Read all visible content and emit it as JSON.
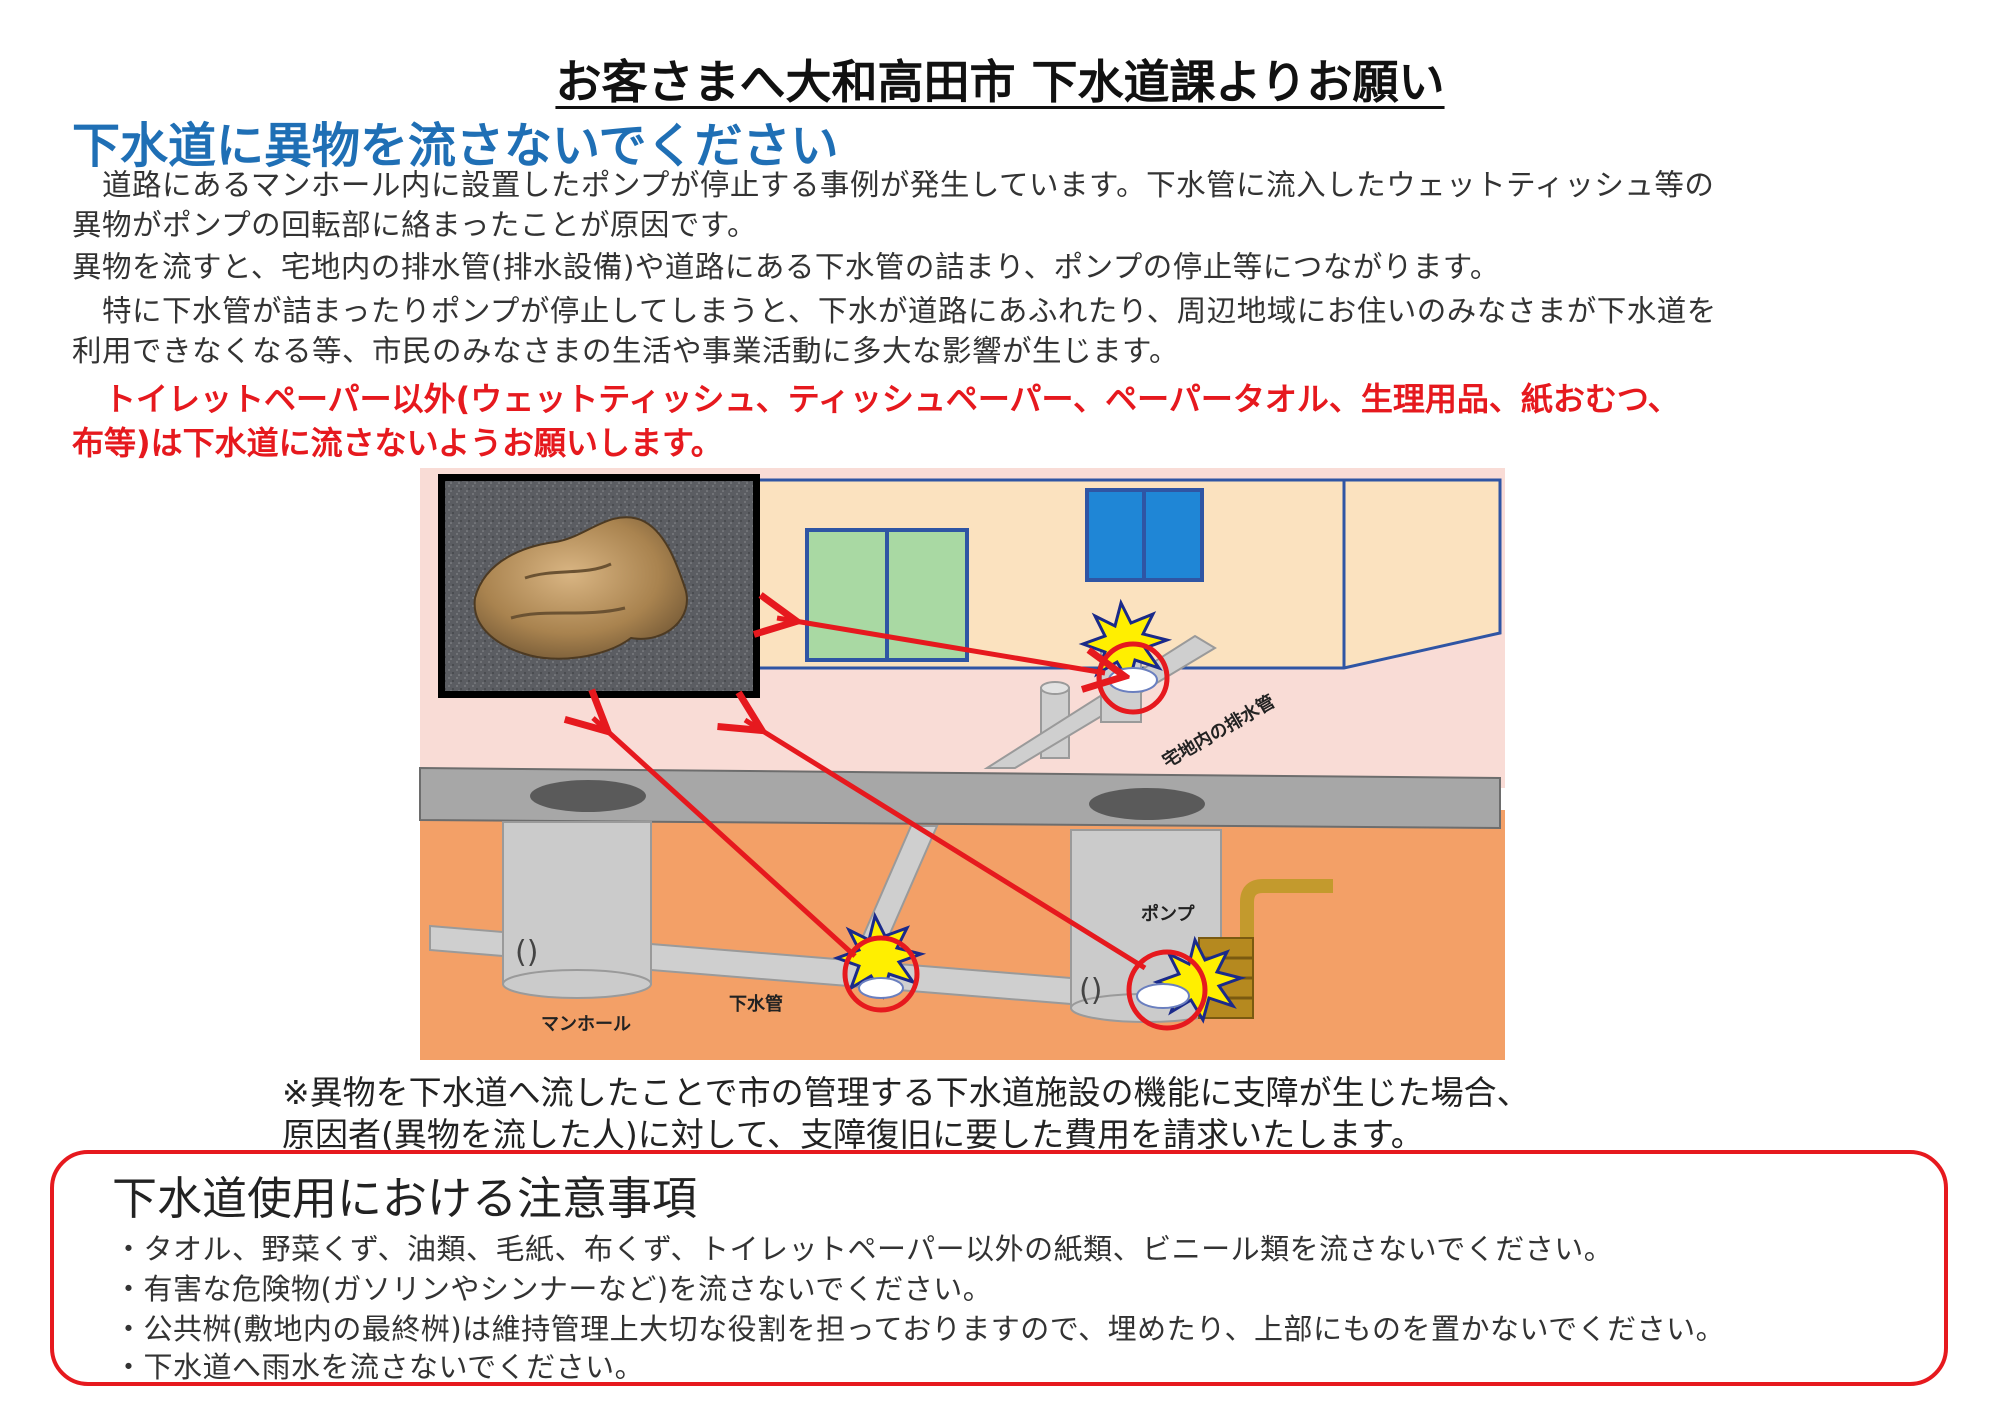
{
  "header": {
    "title": "お客さまへ大和高田市 下水道課よりお願い",
    "subtitle": "下水道に異物を流さないでください"
  },
  "body": {
    "lines": [
      "　道路にあるマンホール内に設置したポンプが停止する事例が発生しています。下水管に流入したウェットティッシュ等の",
      "異物がポンプの回転部に絡まったことが原因です。",
      "異物を流すと、宅地内の排水管(排水設備)や道路にある下水管の詰まり、ポンプの停止等につながります。",
      "　特に下水管が詰まったりポンプが停止してしまうと、下水が道路にあふれたり、周辺地域にお住いのみなさまが下水道を",
      "利用できなくなる等、市民のみなさまの生活や事業活動に多大な影響が生じます。"
    ]
  },
  "warning": {
    "lines": [
      "　トイレットペーパー以外(ウェットティッシュ、ティッシュペーパー、ペーパータオル、生理用品、紙おむつ、",
      "布等)は下水道に流さないようお願いします。"
    ]
  },
  "illustration": {
    "labels": {
      "house_pipe": "宅地内の排水管",
      "pump": "ポンプ",
      "sewer_pipe": "下水管",
      "manhole": "マンホール"
    },
    "colors": {
      "wall": "#fbe2bf",
      "window_green": "#a9d9a3",
      "window_blue": "#1f86d6",
      "ground": "#f9dcd6",
      "road": "#a7a7a7",
      "soil": "#f3a067",
      "pipe": "#cfcfcf",
      "arrow": "#e6191e",
      "burst": "#ffef00"
    }
  },
  "note": {
    "lines": [
      "※異物を下水道へ流したことで市の管理する下水道施設の機能に支障が生じた場合、",
      "原因者(異物を流した人)に対して、支障復旧に要した費用を請求いたします。"
    ]
  },
  "caution": {
    "title": "下水道使用における注意事項",
    "items": [
      "・タオル、野菜くず、油類、毛紙、布くず、トイレットペーパー以外の紙類、ビニール類を流さないでください。",
      "・有害な危険物(ガソリンやシンナーなど)を流さないでください。",
      "・公共桝(敷地内の最終桝)は維持管理上大切な役割を担っておりますので、埋めたり、上部にものを置かないでください。",
      "・下水道へ雨水を流さないでください。"
    ]
  }
}
